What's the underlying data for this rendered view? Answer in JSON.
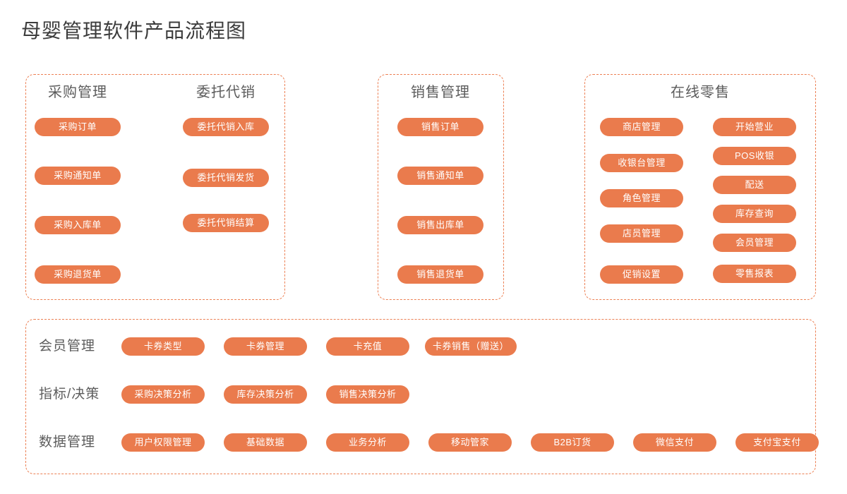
{
  "page": {
    "title": "母婴管理软件产品流程图",
    "accent_color": "#ea7b4d",
    "panel_border_color": "#ec8054",
    "heading_color": "#5c5c5c",
    "title_color": "#3c3c3c",
    "background_color": "#ffffff"
  },
  "panels": [
    {
      "id": "procurement",
      "columns": [
        {
          "heading": "采购管理",
          "items": [
            {
              "label": "采购订单"
            },
            {
              "label": "采购通知单"
            },
            {
              "label": "采购入库单"
            },
            {
              "label": "采购退货单"
            }
          ]
        },
        {
          "heading": "委托代销",
          "items": [
            {
              "label": "委托代销入库"
            },
            {
              "label": "委托代销发货"
            },
            {
              "label": "委托代销结算"
            }
          ]
        }
      ]
    },
    {
      "id": "sales",
      "columns": [
        {
          "heading": "销售管理",
          "items": [
            {
              "label": "销售订单"
            },
            {
              "label": "销售通知单"
            },
            {
              "label": "销售出库单"
            },
            {
              "label": "销售退货单"
            }
          ]
        }
      ]
    },
    {
      "id": "retail",
      "heading": "在线零售",
      "columns": [
        {
          "items": [
            {
              "label": "商店管理"
            },
            {
              "label": "收银台管理"
            },
            {
              "label": "角色管理"
            },
            {
              "label": "店员管理"
            },
            {
              "label": "促销设置"
            }
          ]
        },
        {
          "items": [
            {
              "label": "开始营业"
            },
            {
              "label": "POS收银"
            },
            {
              "label": "配送"
            },
            {
              "label": "库存查询"
            },
            {
              "label": "会员管理"
            },
            {
              "label": "零售报表"
            }
          ]
        }
      ]
    }
  ],
  "platform": {
    "rows": [
      {
        "label": "会员管理",
        "items": [
          {
            "label": "卡券类型"
          },
          {
            "label": "卡券管理"
          },
          {
            "label": "卡充值"
          },
          {
            "label": "卡券销售（赠送）"
          }
        ]
      },
      {
        "label": "指标/决策",
        "items": [
          {
            "label": "采购决策分析"
          },
          {
            "label": "库存决策分析"
          },
          {
            "label": "销售决策分析"
          }
        ]
      },
      {
        "label": "数据管理",
        "items": [
          {
            "label": "用户权限管理"
          },
          {
            "label": "基础数据"
          },
          {
            "label": "业务分析"
          },
          {
            "label": "移动管家"
          },
          {
            "label": "B2B订货"
          },
          {
            "label": "微信支付"
          },
          {
            "label": "支付宝支付"
          }
        ]
      }
    ]
  }
}
